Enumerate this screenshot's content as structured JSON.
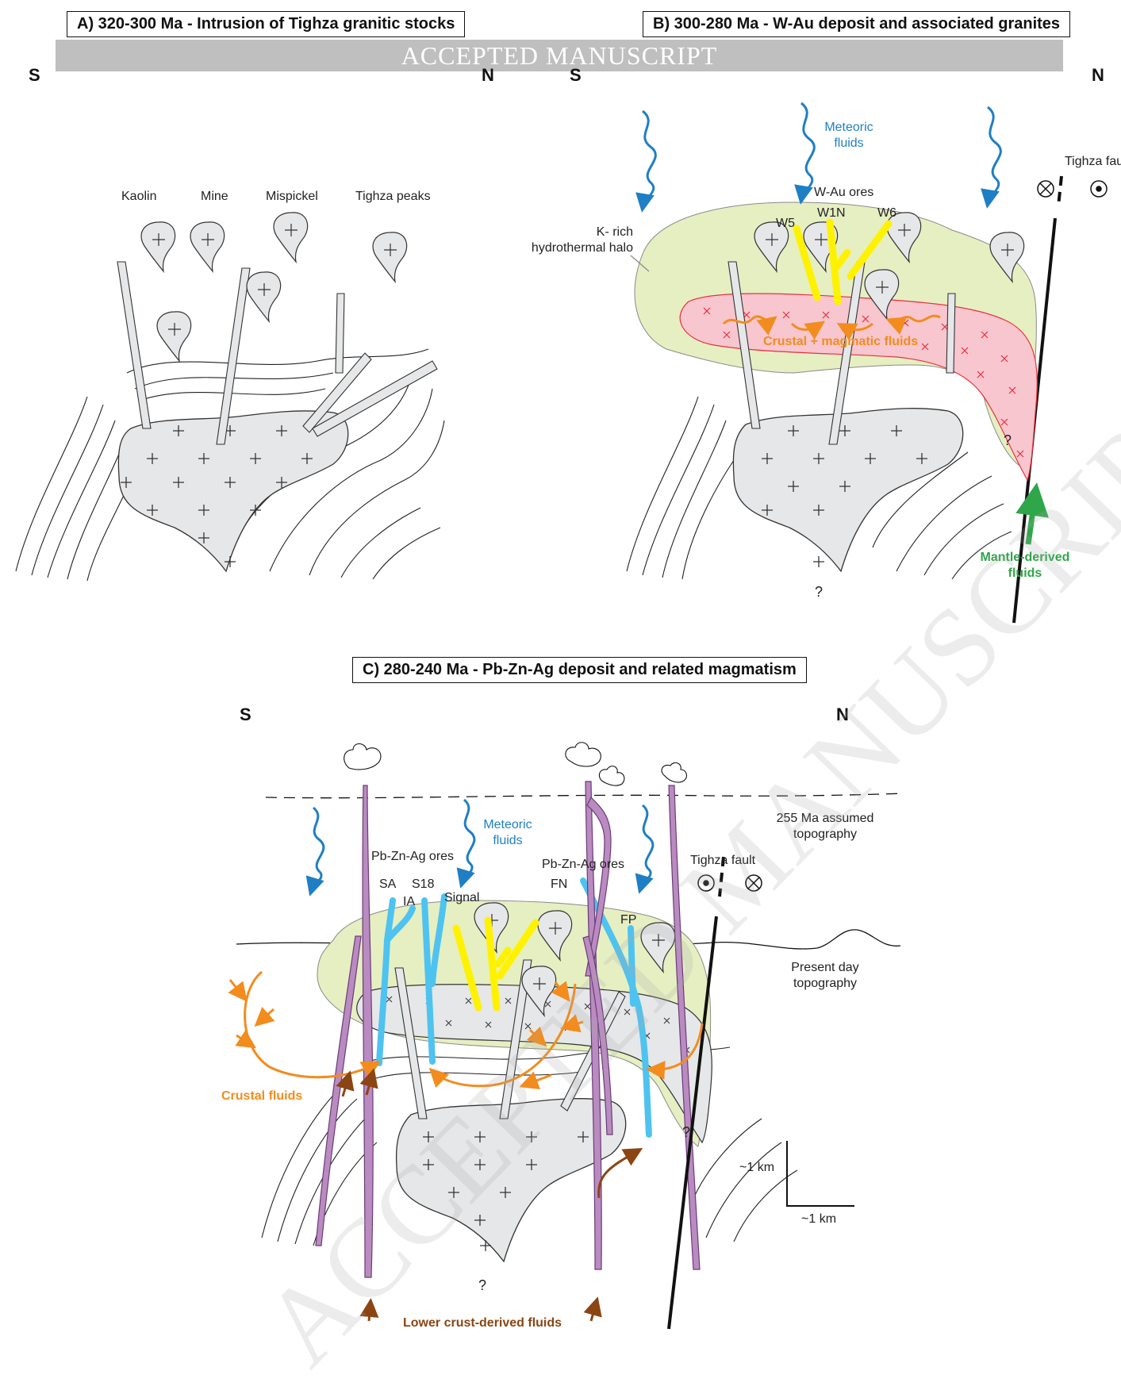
{
  "banner": "ACCEPTED MANUSCRIPT",
  "watermark": "ACCEPTED MANUSCRIPT",
  "panels": {
    "a": {
      "title": "A) 320-300 Ma - Intrusion of Tighza granitic stocks",
      "south": "S",
      "north": "N",
      "stocks": [
        "Kaolin",
        "Mine",
        "Mispickel",
        "Tighza peaks"
      ]
    },
    "b": {
      "title": "B) 300-280 Ma - W-Au deposit and associated granites",
      "south": "S",
      "north": "N",
      "meteoric": [
        "Meteoric",
        "fluids"
      ],
      "ores_title": "W-Au ores",
      "ores": [
        "W5",
        "W1N",
        "W6"
      ],
      "halo": [
        "K- rich",
        "hydrothermal halo"
      ],
      "crustal_magmatic": "Crustal + magmatic fluids",
      "mantle": [
        "Mantle-derived",
        "fluids"
      ],
      "fault": "Tighza fault",
      "q_upper": "?",
      "q_lower": "?"
    },
    "c": {
      "title": "C) 280-240 Ma - Pb-Zn-Ag deposit and related magmatism",
      "south": "S",
      "north": "N",
      "meteoric": [
        "Meteoric",
        "fluids"
      ],
      "ores_left_title": "Pb-Zn-Ag ores",
      "ores_right_title": "Pb-Zn-Ag ores",
      "veins": [
        "SA",
        "S18",
        "IA",
        "Signal",
        "FN",
        "FP"
      ],
      "assumed_topo": [
        "255 Ma assumed",
        "topography"
      ],
      "present_topo": [
        "Present day",
        "topography"
      ],
      "fault": "Tighza fault",
      "crustal": "Crustal fluids",
      "lower_crust": "Lower crust-derived fluids",
      "scale_v": "~1 km",
      "scale_h": "~1 km",
      "q_upper": "?",
      "q_lower": "?"
    }
  },
  "colors": {
    "granite": "#e6e7e8",
    "halo": "#e6efc2",
    "pink": "#f7c6cf",
    "yellow": "#fff200",
    "cyan": "#4fc3f0",
    "purple": "#b98bc0",
    "orange": "#f28c1e",
    "blue": "#1f7fc4",
    "green": "#2fa64a",
    "brown": "#8b4513"
  }
}
